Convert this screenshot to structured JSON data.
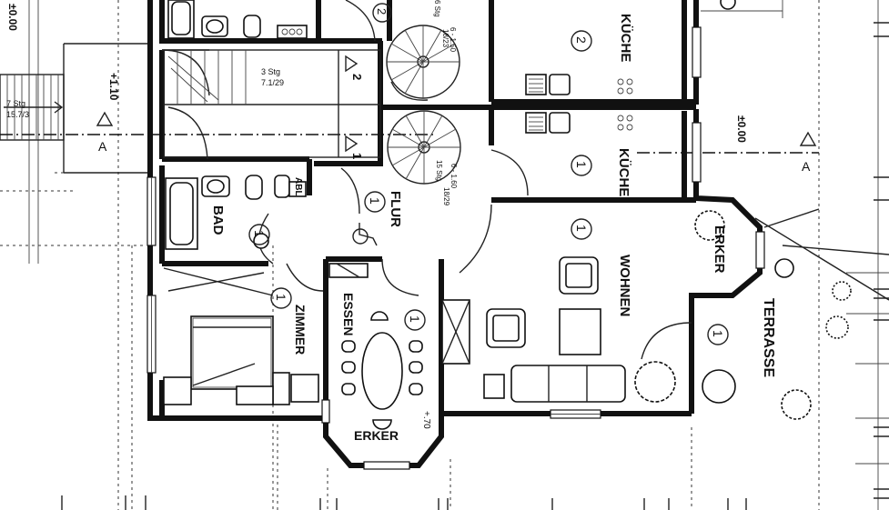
{
  "rooms": {
    "kueche_upper": "KÜCHE",
    "kueche_lower": "KÜCHE",
    "wohnen": "WOHNEN",
    "erker_wohnen": "ERKER",
    "terrasse": "TERRASSE",
    "flur": "FLUR",
    "bad": "BAD",
    "zimmer": "ZIMMER",
    "essen": "ESSEN",
    "erker_essen": "ERKER"
  },
  "room_numbers": {
    "kueche_upper": "2",
    "kueche_lower": "1",
    "wohnen": "1",
    "terrasse": "1",
    "flur": "1",
    "bad": "1",
    "zimmer": "1",
    "essen": "1",
    "top_cut": "2"
  },
  "levels": {
    "top_left": "±0.00",
    "stair_left": "+1.10",
    "right": "±0.00",
    "erker": "+.70"
  },
  "stair_notes": {
    "main": "7.1/29",
    "main_steps": "3 Stg",
    "left_a": "7 Stg",
    "left_b": "15.7/3",
    "spiral_upper_a": "6 Stg",
    "spiral_upper_b": "18/23",
    "spiral_upper_c": "6 - 1.50",
    "spiral_lower_a": "15 Stg",
    "spiral_lower_b": "18/29",
    "spiral_lower_c": "6 - 1.60"
  },
  "section_marks": {
    "left": "A",
    "right": "A",
    "arrow_upper": "2",
    "arrow_lower": "1"
  },
  "labels": {
    "abl": "ABL"
  }
}
